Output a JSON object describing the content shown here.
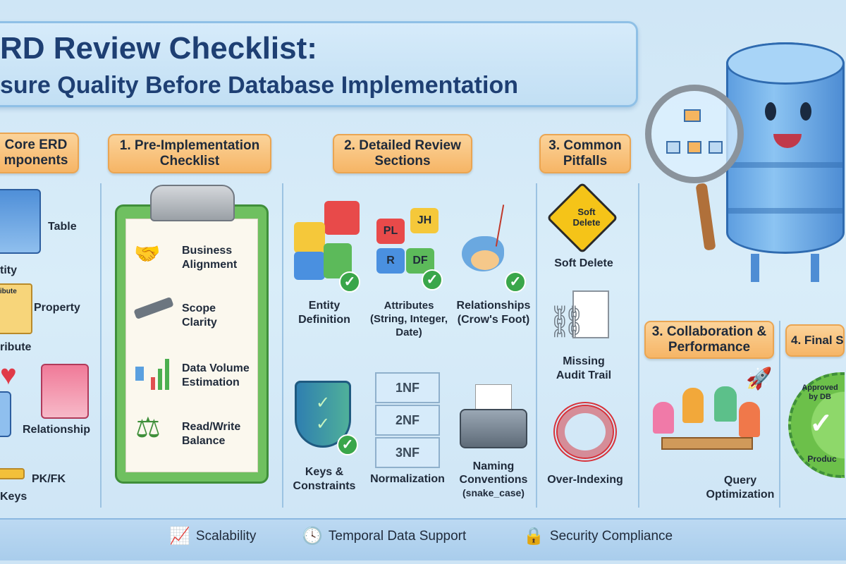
{
  "title": {
    "line1": "RD Review Checklist:",
    "line2": "sure Quality Before Database Implementation"
  },
  "colors": {
    "header_fill": "#f6b566",
    "title_text": "#1e3f73",
    "check": "#3aa64a",
    "clipboard": "#6fc060"
  },
  "core": {
    "header": [
      "Core ERD",
      "mponents"
    ],
    "items": [
      {
        "label": "Table",
        "sub": "tity",
        "icon": "blue-brick-table-icon"
      },
      {
        "label": "Property",
        "sub": "ribute",
        "icon": "scroll-icon",
        "scroll_text": "ribute"
      },
      {
        "label": "Relationship",
        "icon": "heart-bricks-icon"
      },
      {
        "label": "PK/FK",
        "sub": "Keys",
        "icon": "key-icon"
      }
    ]
  },
  "pre": {
    "header": [
      "1. Pre-Implementation",
      "Checklist"
    ],
    "items": [
      {
        "label": [
          "Business",
          "Alignment"
        ],
        "icon": "handshake-icon"
      },
      {
        "label": [
          "Scope",
          "Clarity"
        ],
        "icon": "telescope-icon"
      },
      {
        "label": [
          "Data Volume",
          "Estimation"
        ],
        "icon": "volume-chart-icon"
      },
      {
        "label": [
          "Read/Write",
          "Balance"
        ],
        "icon": "scales-icon"
      }
    ]
  },
  "detailed": {
    "header": [
      "2. Detailed Review",
      "Sections"
    ],
    "items": [
      {
        "label": [
          "Entity",
          "Definition"
        ],
        "icon": "puzzle-icon"
      },
      {
        "label": [
          "Attributes",
          "(String, Integer,",
          "Date)"
        ],
        "icon": "puzzle-letters-icon",
        "pieces": [
          "PL",
          "JH",
          "R",
          "DF"
        ]
      },
      {
        "label": [
          "Relationships",
          "(Crow's Foot)"
        ],
        "icon": "bird-icon"
      },
      {
        "label": [
          "Keys &",
          "Constraints"
        ],
        "icon": "shield-check-icon"
      },
      {
        "label": [
          "Normalization"
        ],
        "icon": "stacked-boxes-icon",
        "levels": [
          "1NF",
          "2NF",
          "3NF"
        ]
      },
      {
        "label": [
          "Naming",
          "Conventions",
          "(snake_case)"
        ],
        "icon": "typewriter-icon"
      }
    ]
  },
  "pitfalls": {
    "header": [
      "3. Common",
      "Pitfalls"
    ],
    "items": [
      {
        "label": [
          "Soft Delete"
        ],
        "icon": "warning-sign-icon",
        "sign": [
          "Soft",
          "Delete"
        ]
      },
      {
        "label": [
          "Missing",
          "Audit Trail"
        ],
        "icon": "broken-chain-icon"
      },
      {
        "label": [
          "Over-Indexing"
        ],
        "icon": "tangled-knot-icon"
      }
    ]
  },
  "collab": {
    "header": [
      "3. Collaboration &",
      "Performance"
    ],
    "items": [
      {
        "label": [
          "Query",
          "Optimization"
        ],
        "icon": "team-rocket-icon"
      }
    ]
  },
  "final": {
    "header": "4. Final S",
    "badge": {
      "top": "Approved by DB",
      "bottom": "Produc"
    }
  },
  "footer": [
    {
      "label": "Scalability",
      "icon": "growth-chart-icon"
    },
    {
      "label": "Temporal Data Support",
      "icon": "clock-calendar-icon"
    },
    {
      "label": "Security Compliance",
      "icon": "lock-shield-icon"
    }
  ]
}
